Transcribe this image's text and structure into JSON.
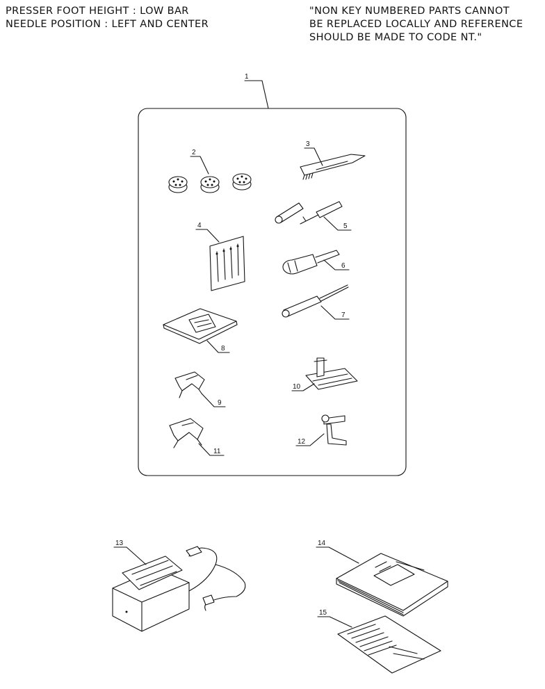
{
  "header": {
    "left": [
      "PRESSER FOOT HEIGHT : LOW BAR",
      "NEEDLE POSITION : LEFT AND CENTER"
    ],
    "right": [
      "\"NON KEY NUMBERED PARTS CANNOT",
      "BE REPLACED LOCALLY AND REFERENCE",
      "SHOULD BE MADE TO CODE NT.\""
    ]
  },
  "callouts": {
    "c1": "1",
    "c2": "2",
    "c3": "3",
    "c4": "4",
    "c5": "5",
    "c6": "6",
    "c7": "7",
    "c8": "8",
    "c9": "9",
    "c10": "10",
    "c11": "11",
    "c12": "12",
    "c13": "13",
    "c14": "14",
    "c15": "15"
  }
}
